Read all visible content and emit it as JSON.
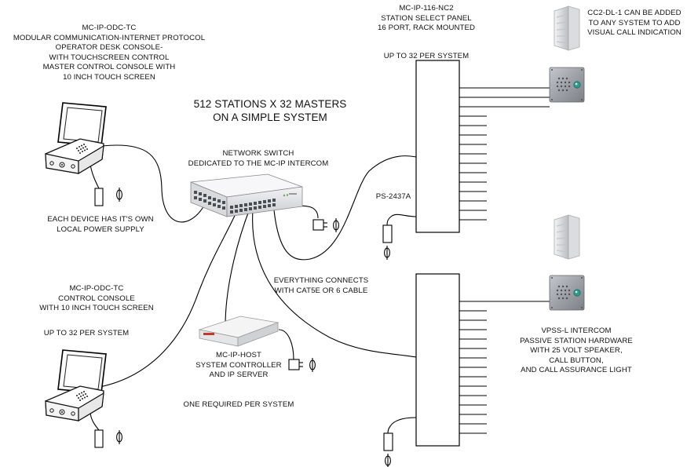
{
  "title": {
    "line1": "512 STATIONS X 32 MASTERS",
    "line2": "ON A SIMPLE SYSTEM"
  },
  "console_top": {
    "model": "MC-IP-ODC-TC",
    "line2": "MODULAR COMMUNICATION-INTERNET PROTOCOL",
    "line3": "OPERATOR DESK CONSOLE-",
    "line4": "WITH TOUCHSCREEN CONTROL",
    "line5": "MASTER CONTROL CONSOLE WITH",
    "line6": "10 INCH TOUCH SCREEN"
  },
  "power_note": {
    "line1": "EACH DEVICE HAS IT'S OWN",
    "line2": "LOCAL POWER SUPPLY"
  },
  "console_bottom": {
    "model": "MC-IP-ODC-TC",
    "line2": "CONTROL CONSOLE",
    "line3": "WITH 10 INCH TOUCH SCREEN",
    "quantity": "UP TO 32 PER SYSTEM"
  },
  "network_switch": {
    "line1": "NETWORK SWITCH",
    "line2": "DEDICATED TO THE MC-IP INTERCOM"
  },
  "cabling_note": {
    "line1": "EVERYTHING CONNECTS",
    "line2": "WITH CAT5E OR 6 CABLE"
  },
  "host": {
    "model": "MC-IP-HOST",
    "line2": "SYSTEM CONTROLLER",
    "line3": "AND IP SERVER",
    "requirement": "ONE REQUIRED PER SYSTEM"
  },
  "station_panel": {
    "model": "MC-IP-116-NC2",
    "line2": "STATION SELECT PANEL",
    "line3": "16 PORT, RACK MOUNTED",
    "quantity": "UP TO 32 PER SYSTEM"
  },
  "power_supply": {
    "model": "PS-2437A"
  },
  "call_light": {
    "line1": "CC2-DL-1 CAN BE ADDED",
    "line2": "TO ANY SYSTEM TO ADD",
    "line3": "VISUAL CALL INDICATION"
  },
  "station": {
    "model": "VPSS-L INTERCOM",
    "line2": "PASSIVE STATION HARDWARE",
    "line3": "WITH 25 VOLT SPEAKER,",
    "line4": "CALL BUTTON,",
    "line5": "AND CALL ASSURANCE LIGHT"
  }
}
